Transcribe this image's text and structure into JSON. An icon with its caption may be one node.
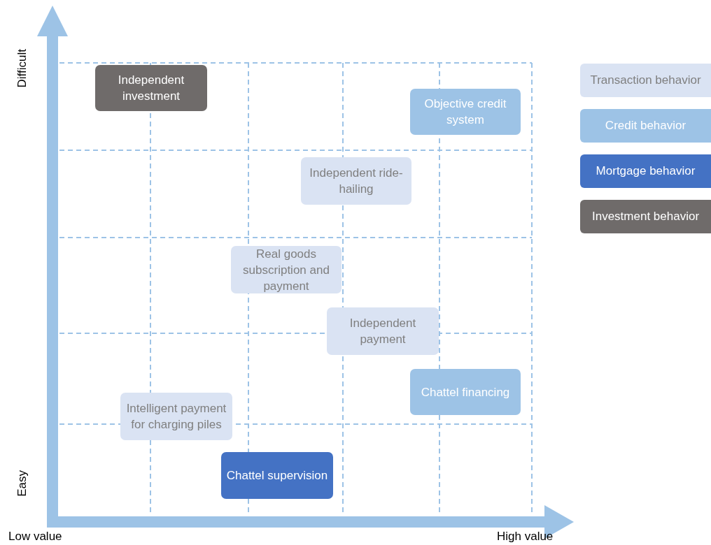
{
  "diagram": {
    "nodes": [
      {
        "text": [
          "Independent investment"
        ]
      },
      {
        "text": [
          "Objective credit system"
        ]
      },
      {
        "text": [
          "Independent ride-hailing"
        ]
      },
      {
        "text": [
          "Real goods subscription and payment"
        ]
      },
      {
        "text": [
          "Independent payment"
        ]
      },
      {
        "text": [
          "Chattel financing"
        ]
      },
      {
        "text": [
          "Intelligent payment for charging piles"
        ]
      },
      {
        "text": [
          "Chattel supervision"
        ]
      }
    ],
    "edges": [],
    "labels": [
      "Difficult",
      "Easy",
      "Low value",
      "High value"
    ],
    "legend": [
      {
        "text": "Transaction behavior",
        "color": "#dae3f3"
      },
      {
        "text": "Credit behavior",
        "color": "#9dc3e6"
      },
      {
        "text": "Mortgage behavior",
        "color": "#4472c4"
      },
      {
        "text": "Investment behavior",
        "color": "#6f6b6a"
      }
    ]
  }
}
